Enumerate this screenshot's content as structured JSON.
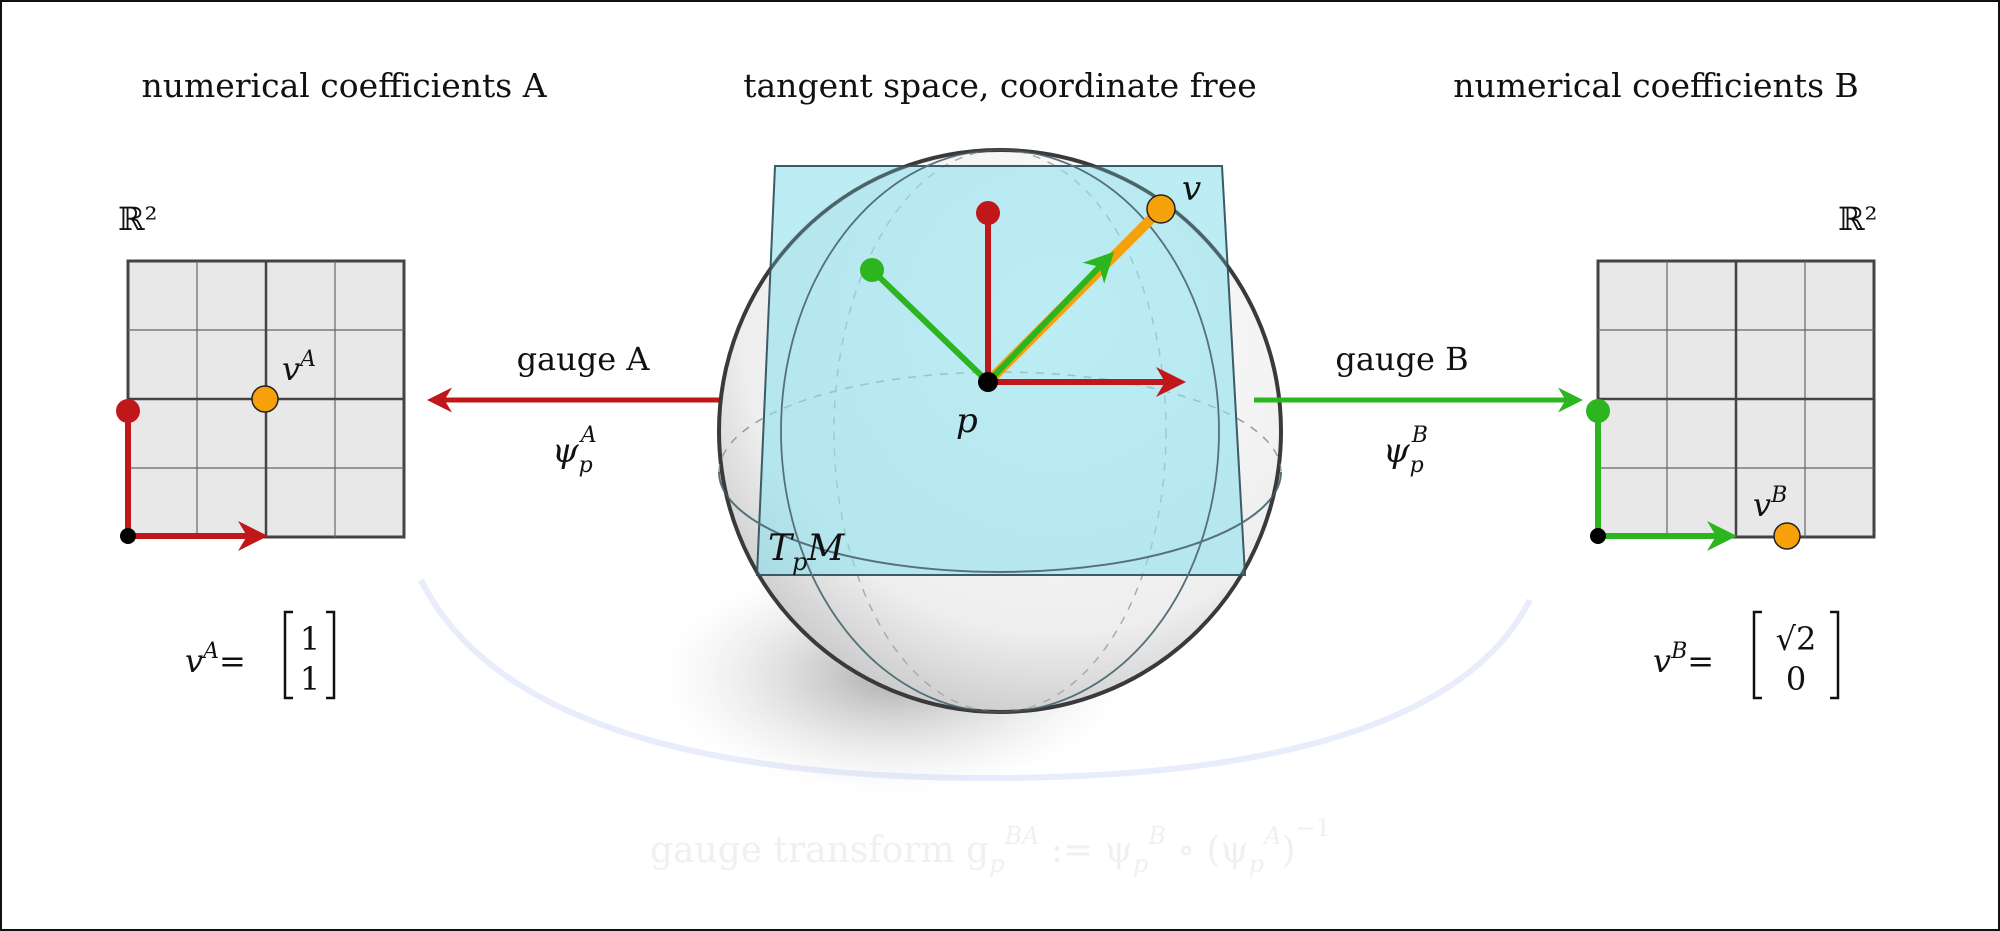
{
  "titles": {
    "left": "numerical coefficients A",
    "center": "tangent space, coordinate free",
    "right": "numerical coefficients B"
  },
  "left_panel": {
    "space": "ℝ²",
    "vector_label": "v",
    "vector_sup": "A",
    "eq_lhs": "v",
    "eq_sup": "A",
    "eq_eq": "=",
    "vec": [
      "1",
      "1"
    ]
  },
  "right_panel": {
    "space": "ℝ²",
    "vector_label": "v",
    "vector_sup": "B",
    "eq_lhs": "v",
    "eq_sup": "B",
    "eq_eq": "=",
    "vec": [
      "√2",
      "0"
    ]
  },
  "gauge_a": {
    "label": "gauge A",
    "psi": "ψ",
    "sub": "p",
    "sup": "A"
  },
  "gauge_b": {
    "label": "gauge B",
    "psi": "ψ",
    "sub": "p",
    "sup": "B"
  },
  "center": {
    "point": "p",
    "vector": "v",
    "plane": "T",
    "plane_sub": "p",
    "plane_M": "M"
  },
  "transform": {
    "text": "gauge transform  g",
    "sub": "p",
    "sup": "BA",
    "rest": " := ψ",
    "rest_sub": "p",
    "rest_sup": "B",
    "tail": " ∘ (ψ",
    "tail_sub": "p",
    "tail_sup": "A",
    "close": ")",
    "inv": "−1"
  },
  "colors": {
    "red": "#c0171a",
    "green": "#2db51f",
    "orange": "#f7a10a",
    "plane": "#8fe0ec",
    "grid": "#e8e8e8"
  }
}
